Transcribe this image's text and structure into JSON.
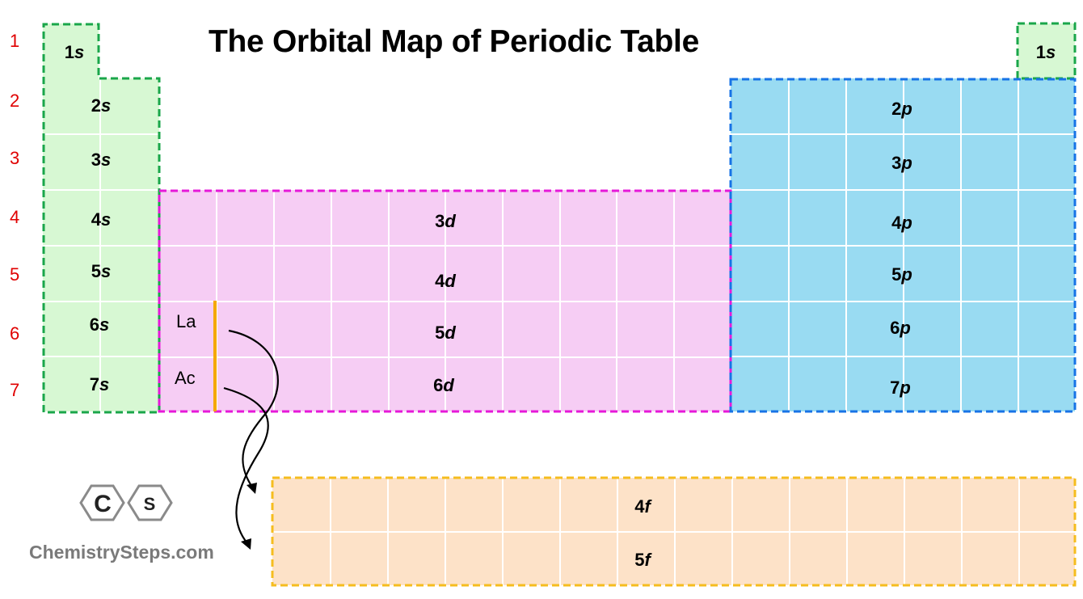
{
  "title": "The Orbital Map of Periodic Table",
  "periods": [
    "1",
    "2",
    "3",
    "4",
    "5",
    "6",
    "7"
  ],
  "s_block": {
    "top_left": {
      "n": "1",
      "l": "s"
    },
    "top_right": {
      "n": "1",
      "l": "s"
    },
    "rows": [
      {
        "n": "2",
        "l": "s"
      },
      {
        "n": "3",
        "l": "s"
      },
      {
        "n": "4",
        "l": "s"
      },
      {
        "n": "5",
        "l": "s"
      },
      {
        "n": "6",
        "l": "s"
      },
      {
        "n": "7",
        "l": "s"
      }
    ]
  },
  "p_block": {
    "rows": [
      {
        "n": "2",
        "l": "p"
      },
      {
        "n": "3",
        "l": "p"
      },
      {
        "n": "4",
        "l": "p"
      },
      {
        "n": "5",
        "l": "p"
      },
      {
        "n": "6",
        "l": "p"
      },
      {
        "n": "7",
        "l": "p"
      }
    ]
  },
  "d_block": {
    "rows": [
      {
        "n": "3",
        "l": "d"
      },
      {
        "n": "4",
        "l": "d"
      },
      {
        "n": "5",
        "l": "d"
      },
      {
        "n": "6",
        "l": "d"
      }
    ],
    "elements": [
      "La",
      "Ac"
    ]
  },
  "f_block": {
    "rows": [
      {
        "n": "4",
        "l": "f"
      },
      {
        "n": "5",
        "l": "f"
      }
    ]
  },
  "logo": {
    "letters": [
      "C",
      "S"
    ],
    "text": "ChemistrySteps.com"
  },
  "colors": {
    "s_fill": "#d7f8d3",
    "s_border": "#1aa64a",
    "d_fill": "#f6cdf4",
    "d_border": "#e619d9",
    "p_fill": "#99dbf2",
    "p_border": "#1773e6",
    "f_fill": "#fde2c8",
    "f_border": "#f5bd1f",
    "period_numbers": "#e00000",
    "lanthanide_marker": "#f5a800"
  }
}
